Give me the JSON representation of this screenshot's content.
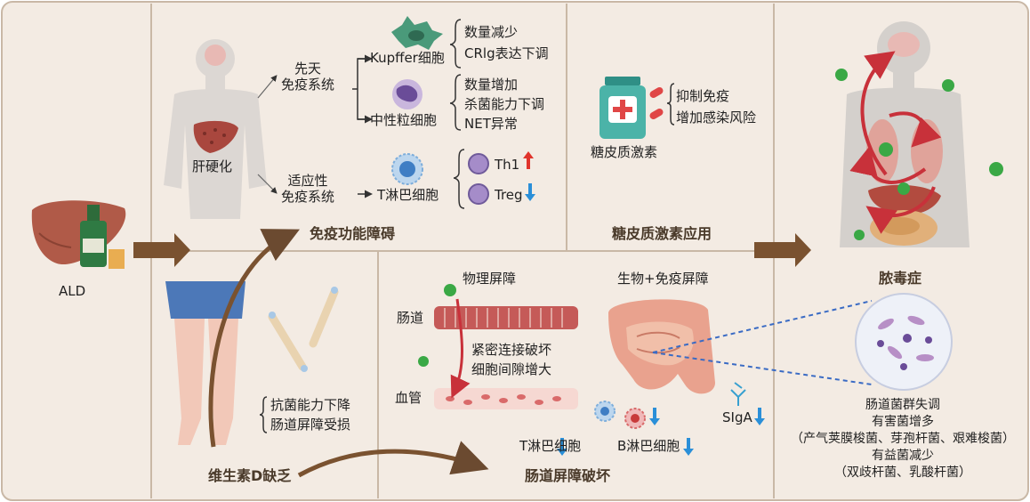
{
  "left": {
    "label": "ALD"
  },
  "immune": {
    "organ_label": "肝硬化",
    "innate": [
      "先天",
      "免疫系统"
    ],
    "adaptive": [
      "适应性",
      "免疫系统"
    ],
    "kupffer": {
      "name": "Kupffer细胞",
      "effects": [
        "数量减少",
        "CRlg表达下调"
      ]
    },
    "neutrophil": {
      "name": "中性粒细胞",
      "effects": [
        "数量增加",
        "杀菌能力下调",
        "NET异常"
      ]
    },
    "tcell": {
      "name": "T淋巴细胞",
      "th1": "Th1",
      "treg": "Treg"
    },
    "title": "免疫功能障碍"
  },
  "steroid": {
    "drug_label": "糖皮质激素",
    "effects": [
      "抑制免疫",
      "增加感染风险"
    ],
    "title": "糖皮质激素应用"
  },
  "sepsis": {
    "title": "脓毒症",
    "dysbiosis": [
      "肠道菌群失调",
      "有害菌增多",
      "（产气荚膜梭菌、芽孢杆菌、艰难梭菌）",
      "有益菌减少",
      "（双歧杆菌、乳酸杆菌）"
    ]
  },
  "vitd": {
    "effects": [
      "抗菌能力下降",
      "肠道屏障受损"
    ],
    "title": "维生素D缺乏"
  },
  "gut": {
    "physical_barrier": "物理屏障",
    "bio_barrier": "生物+免疫屏障",
    "intestine_label": "肠道",
    "vessel_label": "血管",
    "junction": [
      "紧密连接破坏",
      "细胞间隙增大"
    ],
    "t_cell": "T淋巴细胞",
    "b_cell": "B淋巴细胞",
    "siga": "SIgA",
    "title": "肠道屏障破坏"
  },
  "colors": {
    "panel_bg": "#f3ebe3",
    "panel_border": "#c9b8a6",
    "arrow_brown": "#7a5230",
    "up_red": "#e0342c",
    "down_blue": "#2a8fd8",
    "bacteria_green": "#3aa845"
  }
}
